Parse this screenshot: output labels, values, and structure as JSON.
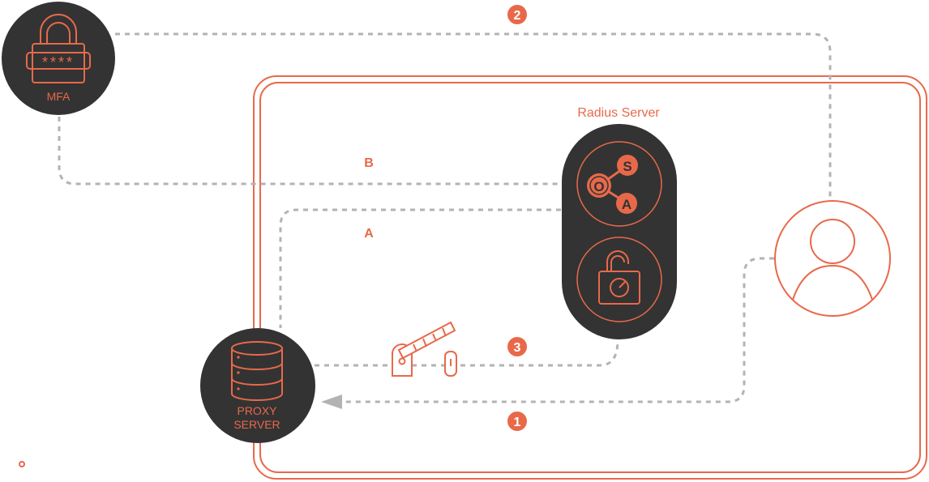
{
  "labels": {
    "mfa": "MFA",
    "radius_server": "Radius Server",
    "proxy_line1": "PROXY",
    "proxy_line2": "SERVER",
    "path_b": "B",
    "path_a": "A",
    "password_mask": "****"
  },
  "steps": [
    "1",
    "2",
    "3"
  ],
  "radius_badges": {
    "s": "S",
    "o": "O",
    "a": "A"
  },
  "colors": {
    "accent": "#e8694a",
    "dark": "#333333",
    "dashed": "#b3b3b3",
    "background": "#ffffff"
  },
  "icons": [
    "lock-keypad-icon",
    "osa-nodes-icon",
    "lock-gauge-icon",
    "database-icon",
    "barrier-gate-icon",
    "user-icon"
  ]
}
